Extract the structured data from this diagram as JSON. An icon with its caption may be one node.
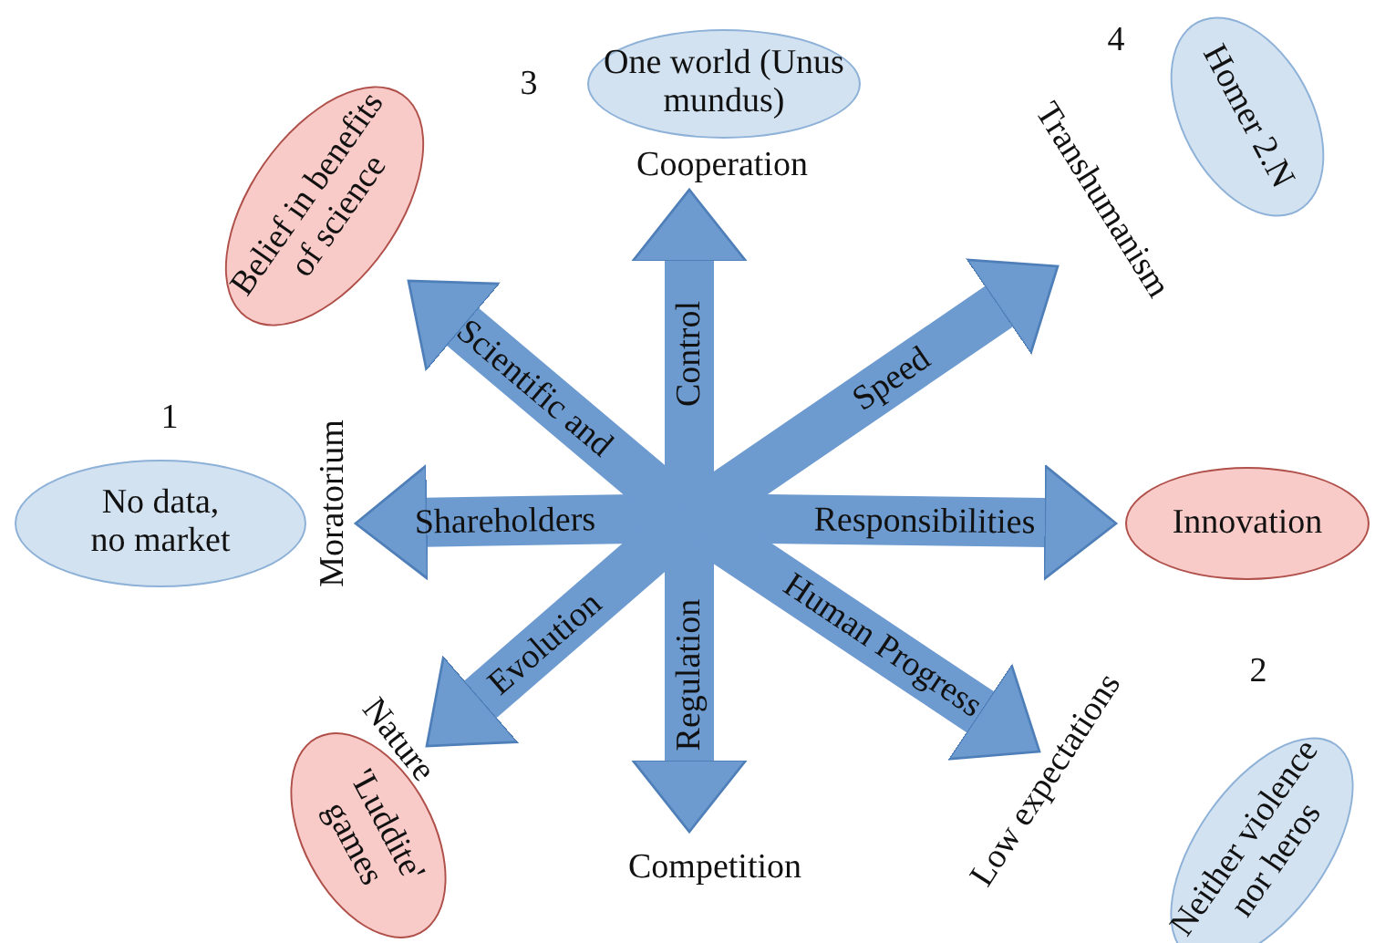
{
  "diagram": {
    "nodes": [
      {
        "text": [
          "One world (Unus mundus)"
        ],
        "beside": [
          "3"
        ]
      },
      {
        "text": [
          "Homer 2.N"
        ],
        "beside": [
          "4"
        ]
      },
      {
        "text": [
          "Belief in benefits of science"
        ]
      },
      {
        "text": [
          "Cooperation"
        ]
      },
      {
        "text": [
          "Transhumanism"
        ]
      },
      {
        "text": [
          "No data, no market"
        ],
        "beside": [
          "1"
        ]
      },
      {
        "text": [
          "Moratorium"
        ]
      },
      {
        "text": [
          "Innovation"
        ]
      },
      {
        "text": [
          "Nature"
        ]
      },
      {
        "text": [
          "'Luddite' games"
        ]
      },
      {
        "text": [
          "Low expectations"
        ]
      },
      {
        "text": [
          "Neither violence nor heros"
        ],
        "beside": [
          "2"
        ]
      },
      {
        "text": [
          "Competition"
        ]
      }
    ],
    "edges": [
      {
        "from": null,
        "to": 3,
        "arrow": "to",
        "label": "Control"
      },
      {
        "from": null,
        "to": 12,
        "arrow": "to",
        "label": "Regulation"
      },
      {
        "from": null,
        "to": 6,
        "arrow": "to",
        "label": "Shareholders"
      },
      {
        "from": null,
        "to": 7,
        "arrow": "to",
        "label": "Responsibilities"
      },
      {
        "from": null,
        "to": 2,
        "arrow": "to",
        "label": "Scientific and"
      },
      {
        "from": null,
        "to": 10,
        "arrow": "to",
        "label": "Human Progress"
      },
      {
        "from": null,
        "to": 8,
        "arrow": "to",
        "label": "Evolution"
      },
      {
        "from": null,
        "to": 4,
        "arrow": "to",
        "label": "Speed"
      }
    ]
  }
}
